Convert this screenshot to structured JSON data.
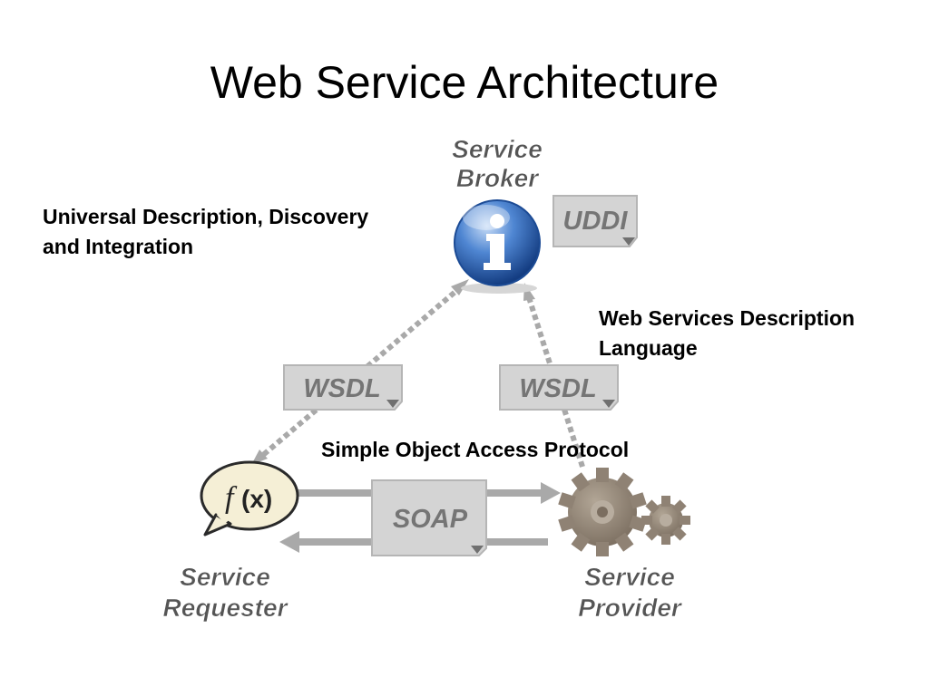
{
  "slide": {
    "title": "Web Service Architecture"
  },
  "annotations": {
    "uddi_line1": "Universal Description, Discovery",
    "uddi_line2": "and Integration",
    "wsdl_line1": "Web Services Description",
    "wsdl_line2": "Language",
    "soap": "Simple Object Access Protocol"
  },
  "nodes": {
    "broker": {
      "line1": "Service",
      "line2": "Broker",
      "icon": "info-icon"
    },
    "requester": {
      "line1": "Service",
      "line2": "Requester",
      "icon": "function-icon",
      "glyph_f": "f",
      "glyph_x": "(x)"
    },
    "provider": {
      "line1": "Service",
      "line2": "Provider",
      "icon": "gears-icon"
    }
  },
  "documents": {
    "uddi": "UDDI",
    "wsdl_left": "WSDL",
    "wsdl_right": "WSDL",
    "soap": "SOAP"
  },
  "colors": {
    "arrow_gray": "#a9a9a9",
    "doc_fill": "#d4d4d4",
    "broker_blue": "#2c63b5",
    "gear_brown": "#8f8274"
  }
}
